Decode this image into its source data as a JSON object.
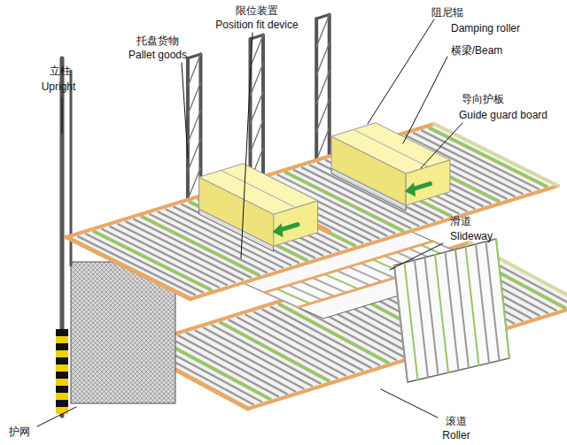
{
  "diagram": {
    "labels": [
      "限位装置",
      "Position fit device",
      "托盘货物",
      "Pallet goods",
      "阻尼辊",
      "Damping roller",
      "立柱",
      "Upright",
      "横梁/Beam",
      "导向护板",
      "Guide guard board",
      "滑道",
      "Slideway",
      "护网",
      "滚道",
      "Roller"
    ]
  }
}
